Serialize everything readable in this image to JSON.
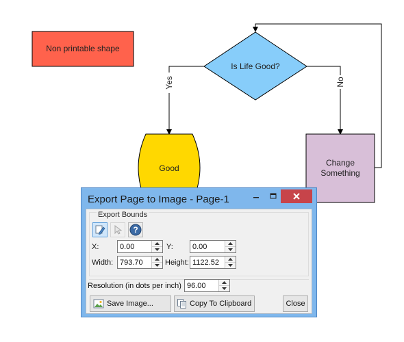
{
  "diagram": {
    "non_printable": "Non printable shape",
    "decision": "Is Life Good?",
    "yes": "Yes",
    "no": "No",
    "good": "Good",
    "change": "Change Something"
  },
  "colors": {
    "non_printable_fill": "#ff624c",
    "decision_fill": "#87cdfa",
    "good_fill": "#ffd800",
    "change_fill": "#d8bfd8",
    "dialog_frame": "#7fb7ec",
    "close_button": "#c7444a"
  },
  "dialog": {
    "title": "Export Page to Image - Page-1",
    "minimize_icon": "minimize-icon",
    "maximize_icon": "maximize-icon",
    "close_icon": "close-icon",
    "export_bounds_label": "Export Bounds",
    "tools": [
      "pencil-select-icon",
      "pointer-icon",
      "help-icon"
    ],
    "x_label": "X:",
    "x_value": "0.00",
    "y_label": "Y:",
    "y_value": "0.00",
    "width_label": "Width:",
    "width_value": "793.70",
    "height_label": "Height:",
    "height_value": "1122.52",
    "resolution_label": "Resolution (in dots per inch)",
    "resolution_value": "96.00",
    "save_label": "Save Image...",
    "copy_label": "Copy To Clipboard",
    "close_label": "Close"
  }
}
